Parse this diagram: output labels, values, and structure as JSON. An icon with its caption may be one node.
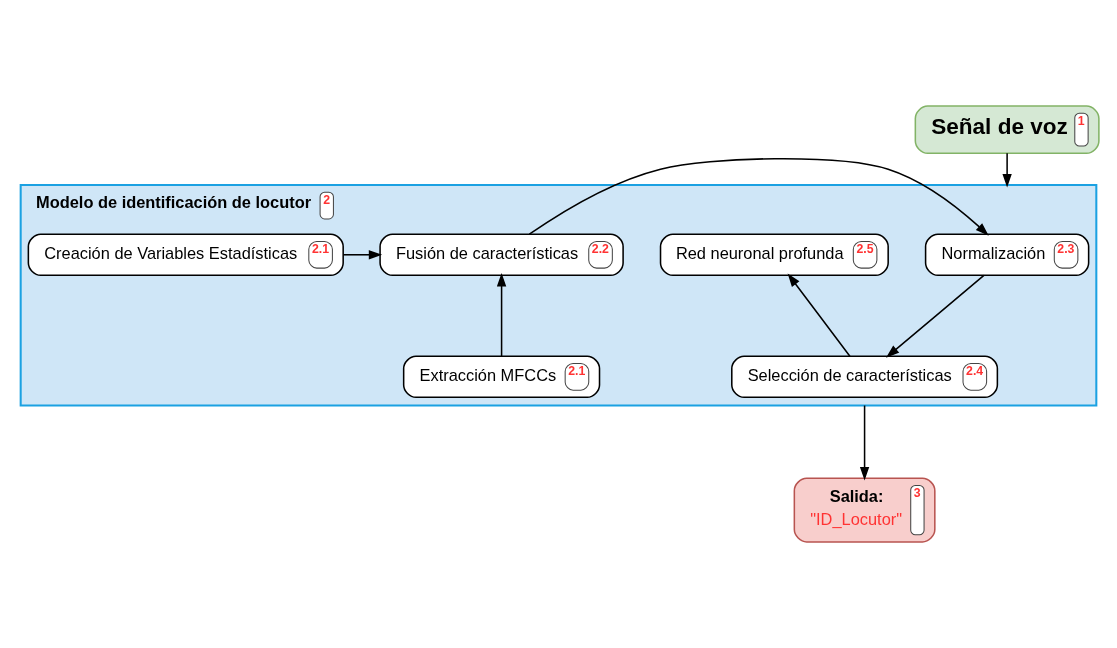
{
  "diagram": {
    "nodes": [
      {
        "text": [
          "Señal de voz",
          "1"
        ]
      },
      {
        "text": [
          "Modelo de identificación de locutor",
          "2"
        ]
      },
      {
        "text": [
          "Creación de Variables Estadísticas",
          "2.1"
        ],
        "in": 1
      },
      {
        "text": [
          "Extracción MFCCs",
          "2.1"
        ],
        "in": 1
      },
      {
        "text": [
          "Fusión de características",
          "2.2"
        ],
        "in": 1
      },
      {
        "text": [
          "Normalización",
          "2.3"
        ],
        "in": 1
      },
      {
        "text": [
          "Red neuronal profunda",
          "2.5"
        ],
        "in": 1
      },
      {
        "text": [
          "Selección de características",
          "2.4"
        ],
        "in": 1
      },
      {
        "text": [
          "Salida:",
          "\"ID_Locutor\"",
          "3"
        ]
      }
    ],
    "edges": [
      {
        "from": 0,
        "to": 1,
        "arrow": "to"
      },
      {
        "from": 2,
        "to": 4,
        "arrow": "to"
      },
      {
        "from": 3,
        "to": 4,
        "arrow": "to"
      },
      {
        "from": 4,
        "to": 5,
        "arrow": "to"
      },
      {
        "from": 5,
        "to": 7,
        "arrow": "to"
      },
      {
        "from": 7,
        "to": 6,
        "arrow": "to"
      },
      {
        "from": 1,
        "to": 8,
        "arrow": "to"
      }
    ]
  }
}
